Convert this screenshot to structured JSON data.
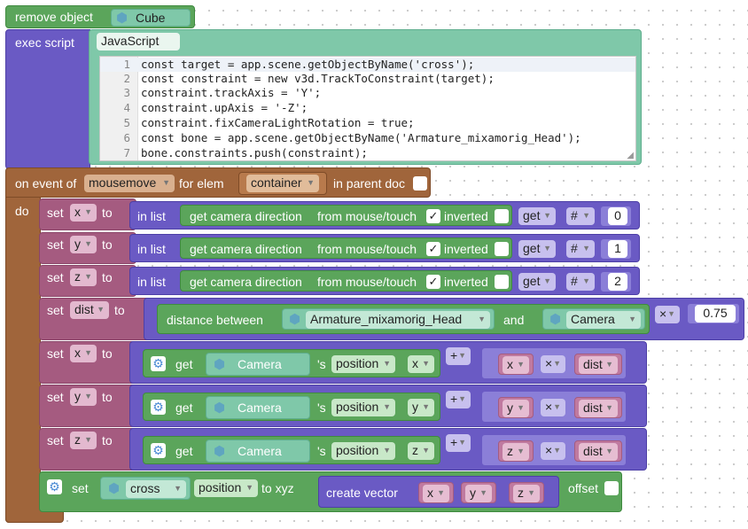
{
  "remove_object": {
    "label": "remove object",
    "object": "Cube"
  },
  "exec_script": {
    "label": "exec script",
    "language": "JavaScript",
    "lines": [
      {
        "n": "1",
        "code": "const target = app.scene.getObjectByName('cross');"
      },
      {
        "n": "2",
        "code": "const constraint = new v3d.TrackToConstraint(target);"
      },
      {
        "n": "3",
        "code": "constraint.trackAxis = 'Y';"
      },
      {
        "n": "4",
        "code": "constraint.upAxis = '-Z';"
      },
      {
        "n": "5",
        "code": "constraint.fixCameraLightRotation = true;"
      },
      {
        "n": "6",
        "code": "const bone = app.scene.getObjectByName('Armature_mixamorig_Head');"
      },
      {
        "n": "7",
        "code": "bone.constraints.push(constraint);"
      }
    ]
  },
  "event": {
    "on_event_of": "on event of",
    "event_name": "mousemove",
    "for_elem": "for elem",
    "elem": "container",
    "in_parent_doc": "in parent doc",
    "do": "do"
  },
  "rows": {
    "set": "set",
    "to": "to",
    "in_list": "in list",
    "get_cam_dir": "get camera direction",
    "from_mouse": "from mouse/touch",
    "checked": "✓",
    "inverted": "inverted",
    "get": "get",
    "hash": "#",
    "var_x": "x",
    "var_y": "y",
    "var_z": "z",
    "var_dist": "dist",
    "idx_x": "0",
    "idx_y": "1",
    "idx_z": "2",
    "distance_between": "distance between",
    "head": "Armature_mixamorig_Head",
    "and": "and",
    "camera": "Camera",
    "times": "×",
    "plus": "+",
    "mult_val": "0.75",
    "get_label": "get",
    "s_position": "'s",
    "position": "position",
    "axis_x": "x",
    "axis_y": "y",
    "axis_z": "z"
  },
  "final": {
    "set": "set",
    "object": "cross",
    "property": "position",
    "to_xyz": "to xyz",
    "create_vector": "create vector",
    "offset": "offset"
  }
}
